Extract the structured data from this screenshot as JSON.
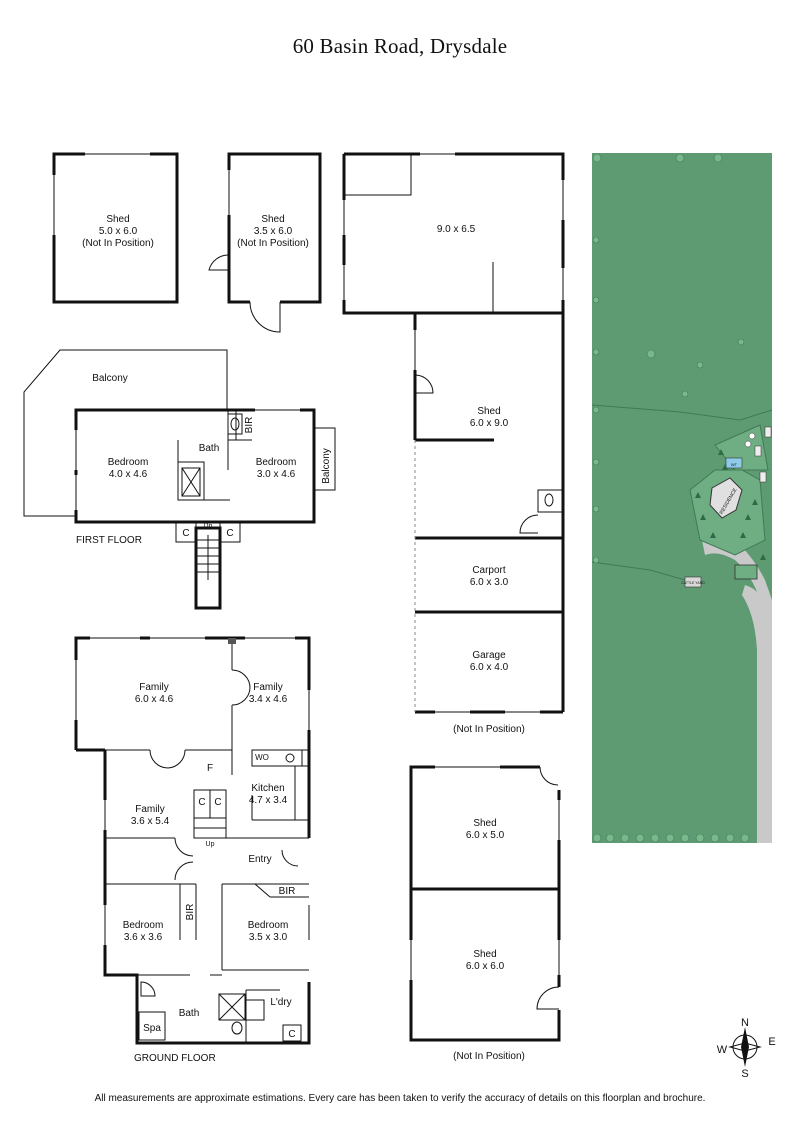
{
  "title": "60 Basin Road, Drysdale",
  "disclaimer": "All measurements are approximate estimations. Every care has been taken to verify the accuracy of details on this floorplan and brochure.",
  "outbuildings": {
    "shed1": {
      "name": "Shed",
      "dims": "5.0 x 6.0",
      "note": "(Not In Position)"
    },
    "shed2": {
      "name": "Shed",
      "dims": "3.5 x 6.0",
      "note": "(Not In Position)"
    },
    "big": {
      "dims": "9.0 x 6.5"
    },
    "shed3": {
      "name": "Shed",
      "dims": "6.0 x 9.0"
    },
    "carport": {
      "name": "Carport",
      "dims": "6.0 x 3.0"
    },
    "garage": {
      "name": "Garage",
      "dims": "6.0 x 4.0"
    },
    "note1": "(Not In Position)",
    "shed4": {
      "name": "Shed",
      "dims": "6.0 x 5.0"
    },
    "shed5": {
      "name": "Shed",
      "dims": "6.0 x 6.0"
    },
    "note2": "(Not In Position)"
  },
  "first_floor": {
    "label": "FIRST FLOOR",
    "balcony": "Balcony",
    "balcony_side": "Balcony",
    "bed1": {
      "name": "Bedroom",
      "dims": "4.0 x 4.6"
    },
    "bath": "Bath",
    "bir": "BIR",
    "bed2": {
      "name": "Bedroom",
      "dims": "3.0 x 4.6"
    },
    "c1": "C",
    "c2": "C",
    "dn": "Dn"
  },
  "ground_floor": {
    "label": "GROUND FLOOR",
    "family1": {
      "name": "Family",
      "dims": "6.0 x 4.6"
    },
    "family2": {
      "name": "Family",
      "dims": "3.4 x 4.6"
    },
    "family3": {
      "name": "Family",
      "dims": "3.6 x 5.4"
    },
    "kitchen": {
      "name": "Kitchen",
      "dims": "4.7 x 3.4"
    },
    "wo": "WO",
    "f": "F",
    "c1": "C",
    "c2": "C",
    "up": "Up",
    "entry": "Entry",
    "bed1": {
      "name": "Bedroom",
      "dims": "3.6 x 3.6"
    },
    "bir1": "BIR",
    "bed2": {
      "name": "Bedroom",
      "dims": "3.5 x 3.0"
    },
    "bir2": "BIR",
    "bath": "Bath",
    "laundry": "L'dry",
    "spa": "Spa",
    "c3": "C"
  },
  "site": {
    "residence": "RESIDENCE",
    "wt": "WT",
    "cattle_yard": "CATTLE YARD"
  },
  "compass": {
    "n": "N",
    "s": "S",
    "e": "E",
    "w": "W"
  },
  "colors": {
    "grass": "#5f9b72",
    "grass_edge": "#3f7a56",
    "road": "#c9c9c9",
    "tree": "#6fae83"
  }
}
